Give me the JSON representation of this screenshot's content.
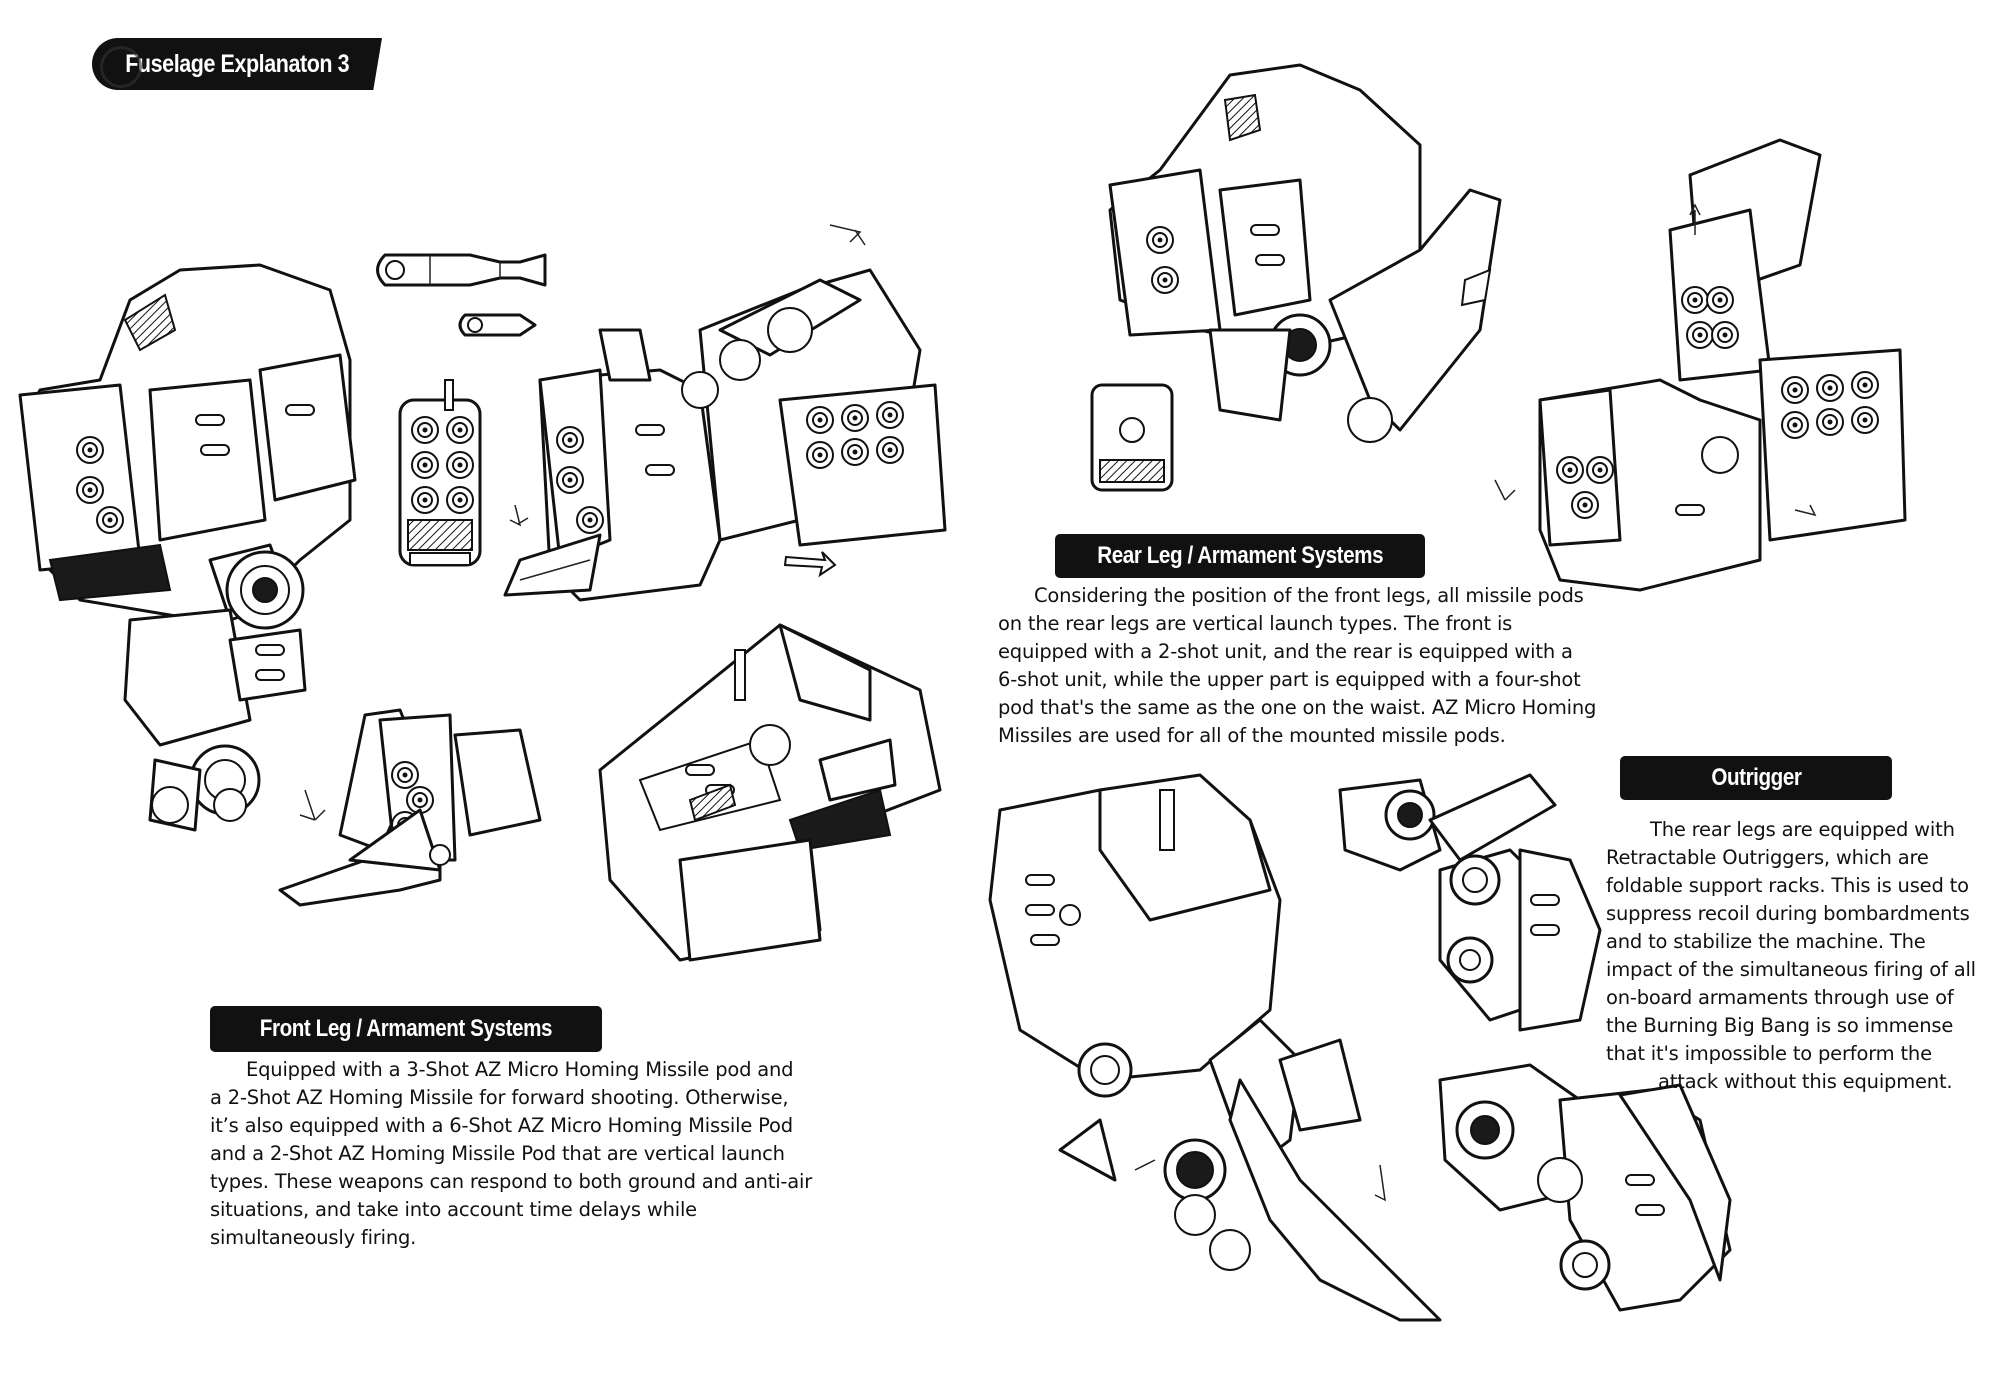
{
  "page_tag": "Fuselage Explanaton 3",
  "sections": {
    "front": {
      "title": "Front Leg / Armament Systems",
      "lines": [
        "Equipped with a 3-Shot AZ Micro Homing Missile pod and",
        "a 2-Shot AZ Homing Missile for forward shooting. Otherwise,",
        "it’s also equipped with a 6-Shot AZ Micro Homing Missile Pod",
        "and a 2-Shot AZ Homing Missile Pod that are vertical launch",
        "types. These weapons can respond to both ground and anti-air",
        "situations, and take into account time delays while",
        "simultaneously firing."
      ]
    },
    "rear": {
      "title": "Rear Leg / Armament Systems",
      "lines": [
        "Considering the position of the front legs, all missile pods",
        "on the rear legs are vertical launch types. The front is",
        "equipped with a 2-shot unit, and the rear is equipped with a",
        "6-shot unit, while the upper part is equipped with a four-shot",
        "pod that's the same as the one on the waist. AZ Micro Homing",
        "Missiles are used for all of the mounted missile pods."
      ]
    },
    "outrigger": {
      "title": "Outrigger",
      "lines": [
        "The rear legs are equipped with",
        "Retractable Outriggers, which are",
        "foldable support racks. This is used to",
        "suppress recoil during bombardments",
        "and to stabilize the machine. The",
        "impact of the simultaneous firing of all",
        "on-board armaments through use of",
        "the Burning Big Bang is so immense",
        "that it's impossible to perform the",
        "attack without this equipment."
      ]
    }
  },
  "illustrations": [
    {
      "name": "front-leg-assembled-drawing",
      "icon": "mech-leg-sketch"
    },
    {
      "name": "homing-missile-drawing",
      "icon": "missile-sketch"
    },
    {
      "name": "missile-pod-front-drawing",
      "icon": "pod-sketch"
    },
    {
      "name": "front-leg-opened-drawing",
      "icon": "mech-leg-sketch"
    },
    {
      "name": "foot-opened-drawing",
      "icon": "mech-foot-sketch"
    },
    {
      "name": "front-leg-top-drawing",
      "icon": "mech-block-sketch"
    },
    {
      "name": "rear-leg-assembled-drawing",
      "icon": "mech-leg-sketch"
    },
    {
      "name": "rear-leg-opened-drawing",
      "icon": "mech-leg-sketch"
    },
    {
      "name": "outrigger-deployed-drawing",
      "icon": "mech-outrigger-sketch"
    },
    {
      "name": "outrigger-side-drawing",
      "icon": "mech-outrigger-sketch"
    },
    {
      "name": "outrigger-folded-drawing",
      "icon": "mech-outrigger-sketch"
    }
  ]
}
